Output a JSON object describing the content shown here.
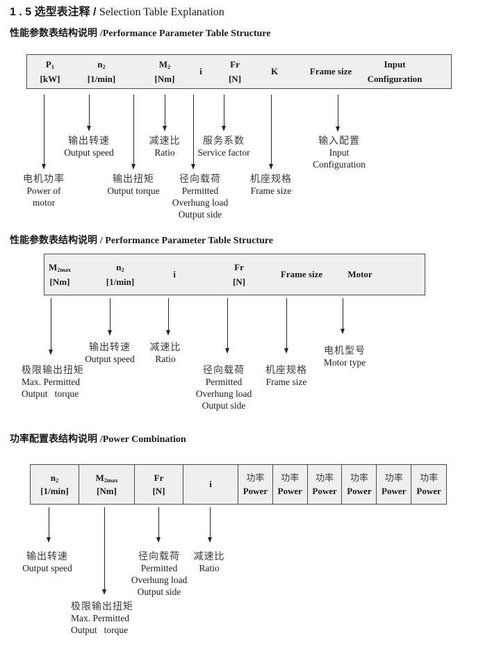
{
  "theme": {
    "ink": "#1a1a1a",
    "label_ink": "#3a3a3a",
    "table_bg": "#f0efed",
    "table_border": "#4a4a4a",
    "page_bg": "#ffffff"
  },
  "title": {
    "zh": "1 . 5 选型表注释 / ",
    "en": "Selection Table Explanation"
  },
  "sections": {
    "s1": {
      "heading": {
        "zh": "性能参数表结构说明 ",
        "en": "/Performance Parameter Table Structure"
      },
      "table": {
        "c1": {
          "sym": "P",
          "sub": "1",
          "unit": "[kW]"
        },
        "c2": {
          "sym": "n",
          "sub": "2",
          "unit": "[1/min]"
        },
        "c3": {
          "sym": "M",
          "sub": "2",
          "unit": "[Nm]"
        },
        "c4": {
          "sym": "i"
        },
        "c5": {
          "sym": "Fr",
          "unit": "[N]"
        },
        "c6": {
          "sym": "K"
        },
        "c7": {
          "sym": "Frame size"
        },
        "c8": {
          "line1": "Input",
          "line2": "Configuration"
        }
      },
      "labels": {
        "output_speed": {
          "zh": "输出转速",
          "en1": "Output speed"
        },
        "ratio": {
          "zh": "减速比",
          "en1": "Ratio"
        },
        "service_factor": {
          "zh": "服务系数",
          "en1": "Service factor"
        },
        "input_config": {
          "zh": "输入配置",
          "en1": "Input",
          "en2": "Configuration"
        },
        "motor_power": {
          "zh": "电机功率",
          "en1": "Power of",
          "en2": "motor"
        },
        "output_torque": {
          "zh": "输出扭矩",
          "en1": "Output torque"
        },
        "radial_load": {
          "zh": "径向载荷",
          "en1": "Permitted",
          "en2": "Overhung load",
          "en3": "Output side"
        },
        "frame_size": {
          "zh": "机座规格",
          "en1": "Frame size"
        }
      }
    },
    "s2": {
      "heading": {
        "zh": "性能参数表结构说明 ",
        "en": "/ Performance Parameter Table Structure"
      },
      "table": {
        "c1": {
          "sym": "M",
          "sub": "2max",
          "unit": "[Nm]"
        },
        "c2": {
          "sym": "n",
          "sub": "2",
          "unit": "[1/min]"
        },
        "c3": {
          "sym": "i"
        },
        "c4": {
          "sym": "Fr",
          "unit": "[N]"
        },
        "c5": {
          "sym": "Frame size"
        },
        "c6": {
          "sym": "Motor"
        }
      },
      "labels": {
        "max_torque": {
          "zh": "极限输出扭矩",
          "en1": "Max. Permitted",
          "en2": "Output   torque"
        },
        "output_speed": {
          "zh": "输出转速",
          "en1": "Output speed"
        },
        "ratio": {
          "zh": "减速比",
          "en1": "Ratio"
        },
        "radial_load": {
          "zh": "径向载荷",
          "en1": "Permitted",
          "en2": "Overhung load",
          "en3": "Output side"
        },
        "frame_size": {
          "zh": "机座规格",
          "en1": "Frame size"
        },
        "motor_type": {
          "zh": "电机型号",
          "en1": "Motor type"
        }
      }
    },
    "s3": {
      "heading": {
        "zh": "功率配置表结构说明 ",
        "en": "/Power Combination"
      },
      "table": {
        "c1": {
          "sym": "n",
          "sub": "2",
          "unit": "[1/min]"
        },
        "c2": {
          "sym": "M",
          "sub": "2max",
          "unit": "[Nm]"
        },
        "c3": {
          "sym": "Fr",
          "unit": "[N]"
        },
        "c4": {
          "sym": "i"
        },
        "power": {
          "zh": "功率",
          "en": "Power"
        },
        "power_columns": 6
      },
      "labels": {
        "output_speed": {
          "zh": "输出转速",
          "en1": "Output speed"
        },
        "max_torque": {
          "zh": "极限输出扭矩",
          "en1": "Max. Permitted",
          "en2": "Output   torque"
        },
        "radial_load": {
          "zh": "径向载荷",
          "en1": "Permitted",
          "en2": "Overhung load",
          "en3": "Output side"
        },
        "ratio": {
          "zh": "减速比",
          "en1": "Ratio"
        }
      }
    }
  }
}
